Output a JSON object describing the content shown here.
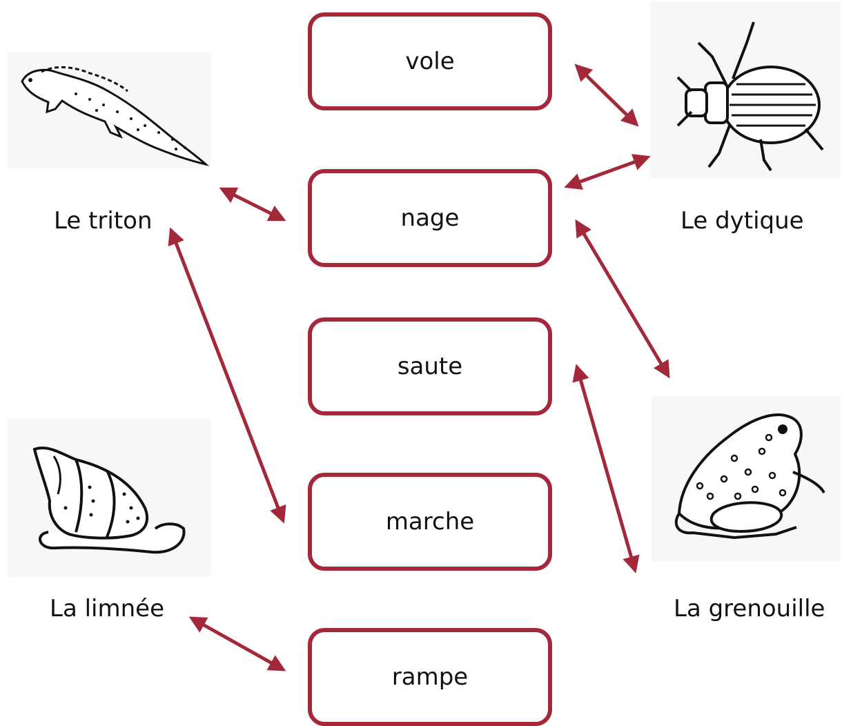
{
  "colors": {
    "accent": "#a3283a",
    "ink": "#111111"
  },
  "verbs": {
    "vole": "vole",
    "nage": "nage",
    "saute": "saute",
    "marche": "marche",
    "rampe": "rampe"
  },
  "animals": {
    "triton": {
      "label": "Le triton",
      "icon": "newt-icon"
    },
    "dytique": {
      "label": "Le dytique",
      "icon": "diving-beetle-icon"
    },
    "limnee": {
      "label": "La limnée",
      "icon": "pond-snail-icon"
    },
    "grenouille": {
      "label": "La grenouille",
      "icon": "frog-icon"
    }
  },
  "links": [
    {
      "animal": "dytique",
      "verb": "vole"
    },
    {
      "animal": "dytique",
      "verb": "nage"
    },
    {
      "animal": "triton",
      "verb": "nage"
    },
    {
      "animal": "grenouille",
      "verb": "nage"
    },
    {
      "animal": "triton",
      "verb": "marche"
    },
    {
      "animal": "grenouille",
      "verb": "saute"
    },
    {
      "animal": "limnee",
      "verb": "rampe"
    }
  ]
}
